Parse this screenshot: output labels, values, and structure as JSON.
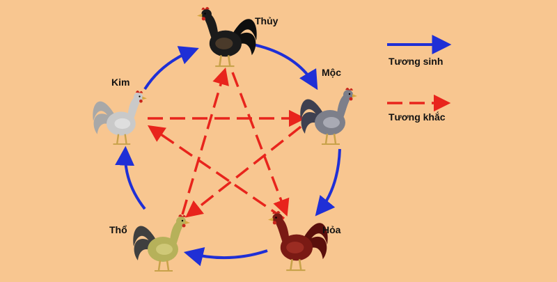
{
  "colors": {
    "background": "#f8c690",
    "generating": "#1f2fd6",
    "overcoming": "#e8241c"
  },
  "elements": {
    "thuy": "Thủy",
    "moc": "Mộc",
    "hoa": "Hỏa",
    "tho": "Thổ",
    "kim": "Kim"
  },
  "roosters": {
    "thuy": {
      "body": "#1b1b1b",
      "tail": "#0e0e0e",
      "wing": "#4a3a2a"
    },
    "moc": {
      "body": "#7d7f8a",
      "tail": "#3e4050",
      "wing": "#a9aab4"
    },
    "hoa": {
      "body": "#7a1a14",
      "tail": "#5a0f0c",
      "wing": "#9b2c22"
    },
    "tho": {
      "body": "#b6b15a",
      "tail": "#3f3f3f",
      "wing": "#cfc877"
    },
    "kim": {
      "body": "#c9c9c9",
      "tail": "#a8a8a8",
      "wing": "#dedede"
    }
  },
  "legend": {
    "generating": "Tương sinh",
    "overcoming": "Tương khắc"
  }
}
